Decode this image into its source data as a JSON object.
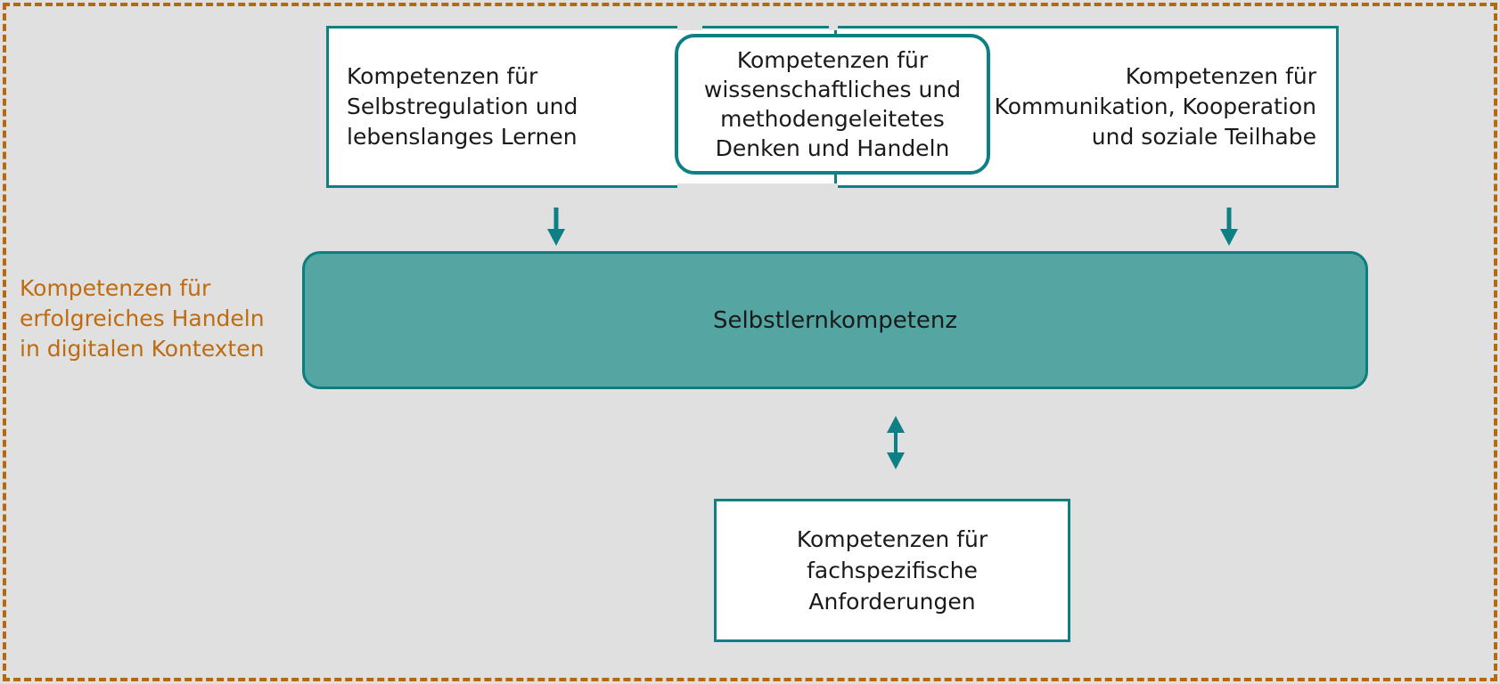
{
  "diagram": {
    "title_caption": "Kompetenzen für\nerfolgreiches Handeln\nin digitalen Kontexten",
    "top_boxes": [
      {
        "id": "selbstregulation",
        "label": "Kompetenzen für\nSelbstregulation und\nlebenslanges Lernen"
      },
      {
        "id": "wissenschaftliches-denken",
        "label": "Kompetenzen für\nwissenschaftliches und\nmethodengeleitetes\nDenken und Handeln"
      },
      {
        "id": "kommunikation",
        "label": "Kompetenzen für\nKommunikation, Kooperation\nund soziale Teilhabe"
      }
    ],
    "center_box": {
      "id": "selbstlernkompetenz",
      "label": "Selbstlernkompetenz"
    },
    "bottom_box": {
      "id": "fachspezifische-anforderungen",
      "label": "Kompetenzen für\nfachspezifische\nAnforderungen"
    },
    "arrows": [
      {
        "id": "arrow-left",
        "direction": "down"
      },
      {
        "id": "arrow-right",
        "direction": "down"
      },
      {
        "id": "arrow-bidi",
        "direction": "up-down"
      }
    ],
    "colors": {
      "background": "#e0e0e0",
      "frame_dashed": "#b5690d",
      "caption_text": "#bf6b10",
      "box_outline": "#0d8085",
      "box_fill": "#ffffff",
      "main_bar_fill": "#55a5a2",
      "main_bar_outline": "#0d7d7d",
      "arrow": "#0d8085",
      "text": "#1a1a1a"
    }
  }
}
